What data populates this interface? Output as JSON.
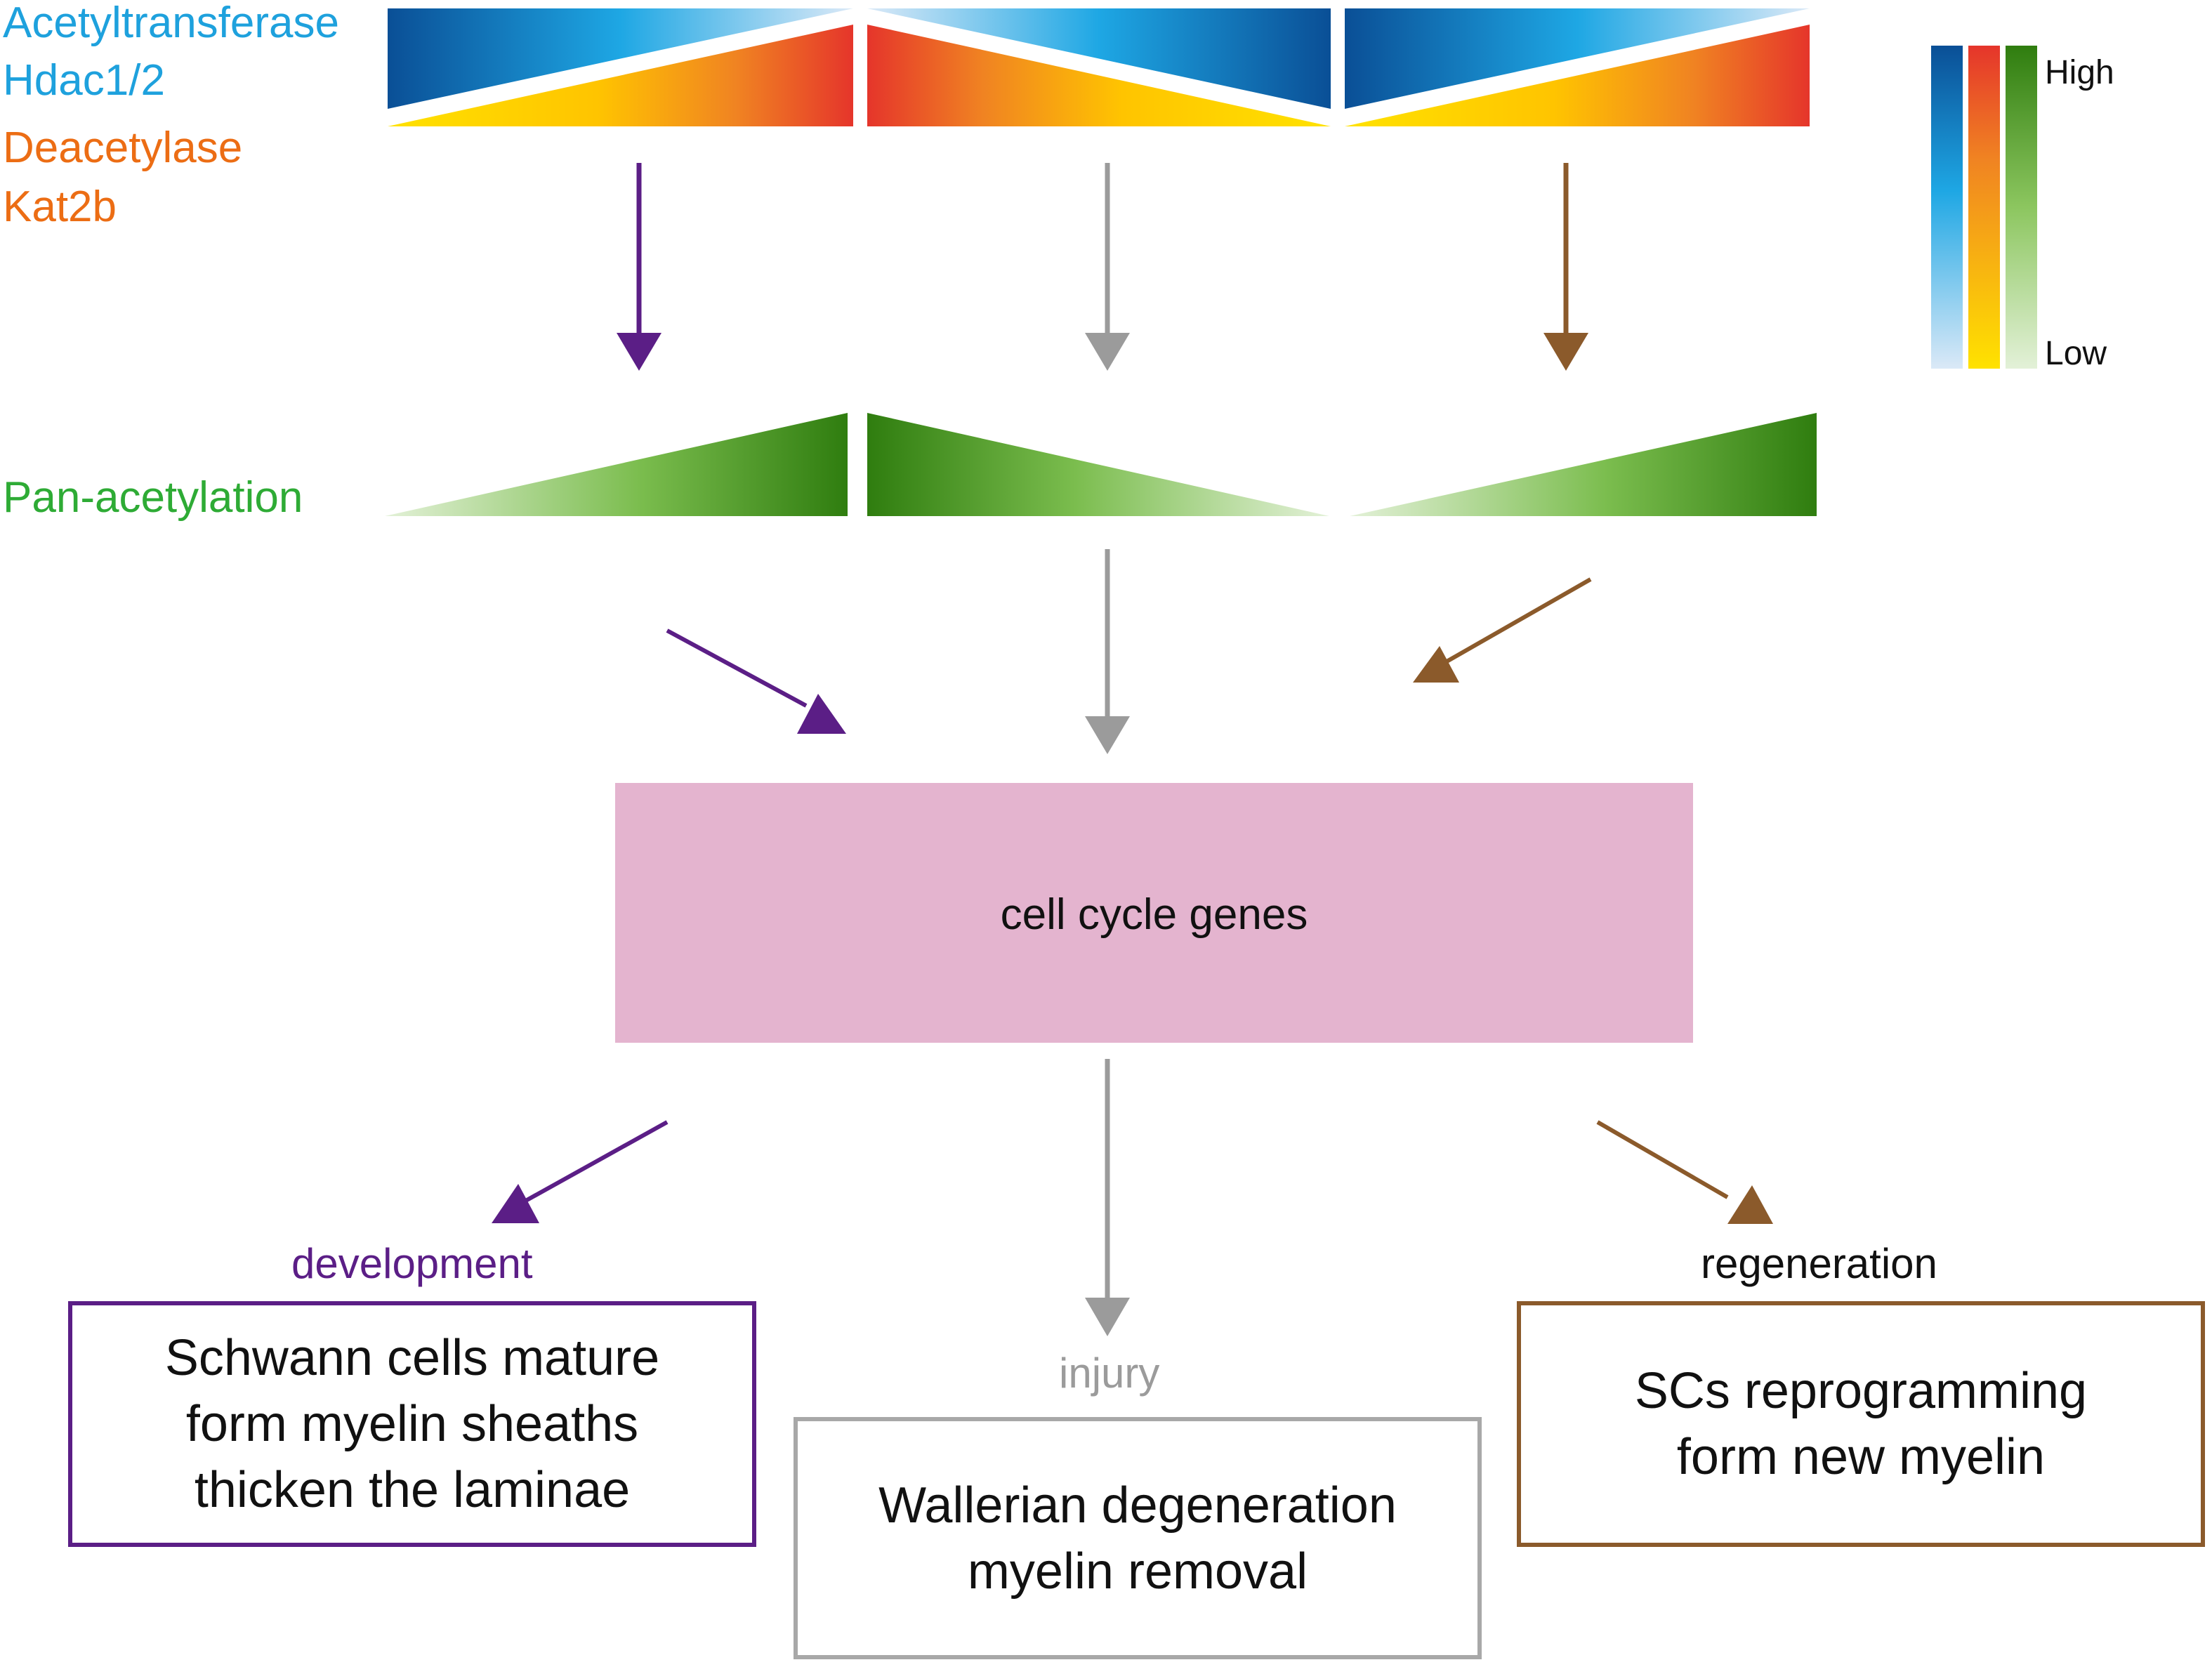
{
  "colors": {
    "blue_dark": "#0a4f96",
    "blue_mid": "#1ea7e4",
    "blue_light": "#dbe9f7",
    "red": "#e5352b",
    "orange": "#f08322",
    "yellow": "#ffe200",
    "green_dark": "#2f7d0f",
    "green_light": "#e3f1d8",
    "purple": "#5b1e86",
    "gray": "#9b9b9b",
    "brown": "#8b5a2b",
    "pink": "#e4b4cf",
    "label_blue": "#1ea1dd",
    "label_orange": "#ec6d14",
    "label_green": "#2eab35"
  },
  "labels": {
    "acetyltransferase": "Acetyltransferase",
    "hdac": "Hdac1/2",
    "deacetylase": "Deacetylase",
    "kat2b": "Kat2b",
    "pan_acetylation": "Pan-acetylation"
  },
  "legend": {
    "high": "High",
    "low": "Low"
  },
  "center_box": {
    "text": "cell cycle genes"
  },
  "outcomes": {
    "development": {
      "label": "development",
      "lines": [
        "Schwann cells mature",
        "form myelin sheaths",
        "thicken the laminae"
      ]
    },
    "injury": {
      "label": "injury",
      "lines": [
        "Wallerian degeneration",
        "myelin removal"
      ]
    },
    "regeneration": {
      "label": "regeneration",
      "lines": [
        "SCs reprogramming",
        "form new myelin"
      ]
    }
  }
}
